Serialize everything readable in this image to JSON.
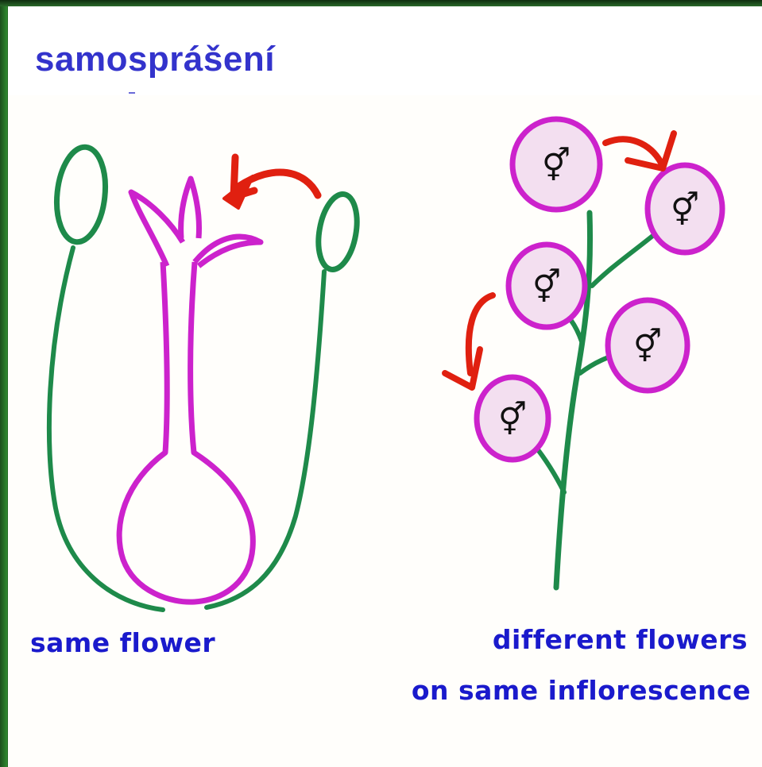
{
  "title": "samosprášení",
  "captions": {
    "left": "same flower",
    "right_line1": "different flowers",
    "right_line2": "on same inflorescence"
  },
  "flower_symbol": "⚥",
  "colors": {
    "title": "#3333cc",
    "caption": "#1a1acc",
    "stamen": "#1e8a4a",
    "pistil": "#cc22cc",
    "arrow": "#e02010",
    "flower_fill": "#f3dff0",
    "border": "#2a7a2a"
  }
}
